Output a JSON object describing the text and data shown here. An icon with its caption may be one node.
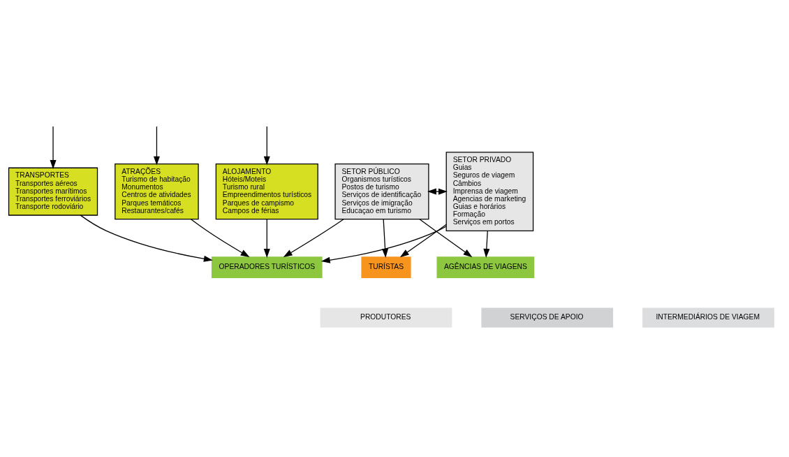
{
  "diagram": {
    "nodes": [
      {
        "text": [
          "SETOR PRIVADO",
          "Guias",
          "Seguros de viagem",
          "Câmbios",
          "Imprensa de viagem",
          "Agencias de marketing",
          "Guias e horários",
          "Formação",
          "Serviços em portos"
        ]
      },
      {
        "text": [
          "TRANSPORTES",
          "Transportes aéreos",
          "Transportes marítimos",
          "Transportes ferroviários",
          "Transporte rodoviário"
        ]
      },
      {
        "text": [
          "ATRAÇÕES",
          "Turismo de habitação",
          "Monumentos",
          "Centros de atividades",
          "Parques temáticos",
          "Restaurantes/cafés"
        ]
      },
      {
        "text": [
          "ALOJAMENTO",
          "Hóteis/Moteis",
          "Turismo rural",
          "Empreendimentos turísticos",
          "Parques de campismo",
          "Campos de férias"
        ]
      },
      {
        "text": [
          "SETOR PÚBLICO",
          "Organismos turísticos",
          "Postos de turismo",
          "Serviços de identificação",
          "Serviços de imigração",
          "Educaçao em turismo"
        ]
      },
      {
        "text": [
          "OPERADORES TURÍSTICOS"
        ]
      },
      {
        "text": [
          "AGÊNCIAS DE VIAGENS"
        ]
      },
      {
        "text": [
          "TURÍSTAS"
        ]
      }
    ],
    "edges": [
      {
        "from": 0,
        "to": 4,
        "arrow": "both"
      },
      {
        "from": null,
        "to": 1,
        "arrow": "to"
      },
      {
        "from": null,
        "to": 2,
        "arrow": "to"
      },
      {
        "from": null,
        "to": 3,
        "arrow": "to"
      },
      {
        "from": 1,
        "to": 5,
        "arrow": "to"
      },
      {
        "from": 2,
        "to": 5,
        "arrow": "to"
      },
      {
        "from": 3,
        "to": 5,
        "arrow": "to"
      },
      {
        "from": 0,
        "to": 5,
        "arrow": "to"
      },
      {
        "from": 0,
        "to": 6,
        "arrow": "to"
      },
      {
        "from": 0,
        "to": 7,
        "arrow": "to"
      },
      {
        "from": 4,
        "to": 5,
        "arrow": "to"
      },
      {
        "from": 4,
        "to": 6,
        "arrow": "to"
      },
      {
        "from": 4,
        "to": 7,
        "arrow": "to"
      }
    ],
    "legend": [
      {
        "text": "PRODUTORES",
        "color": "#e6e6e7"
      },
      {
        "text": "SERVIÇOS DE APOIO",
        "color": "#d1d2d4"
      },
      {
        "text": "INTERMEDIÁRIOS DE VIAGEM",
        "color": "#dcdddf"
      }
    ]
  }
}
